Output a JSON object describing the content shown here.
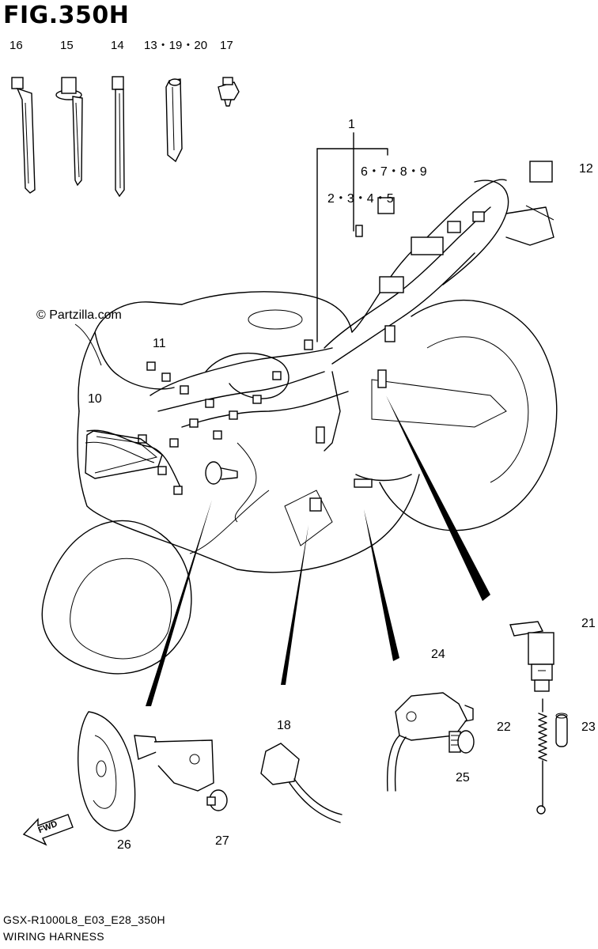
{
  "figure": {
    "title": "FIG.350H",
    "copyright": "© Partzilla.com",
    "footer_code": "GSX-R1000L8_E03_E28_350H",
    "footer_name": "WIRING HARNESS",
    "fwd_label": "FWD"
  },
  "callouts": [
    {
      "id": "c16",
      "label": "16"
    },
    {
      "id": "c15",
      "label": "15"
    },
    {
      "id": "c14",
      "label": "14"
    },
    {
      "id": "c13",
      "label": "13・19・20"
    },
    {
      "id": "c17",
      "label": "17"
    },
    {
      "id": "c1",
      "label": "1"
    },
    {
      "id": "c6",
      "label": "6・7・8・9"
    },
    {
      "id": "c2",
      "label": "2・3・4・5"
    },
    {
      "id": "c12",
      "label": "12"
    },
    {
      "id": "c11",
      "label": "11"
    },
    {
      "id": "c10",
      "label": "10"
    },
    {
      "id": "c21",
      "label": "21"
    },
    {
      "id": "c24",
      "label": "24"
    },
    {
      "id": "c18",
      "label": "18"
    },
    {
      "id": "c22",
      "label": "22"
    },
    {
      "id": "c23",
      "label": "23"
    },
    {
      "id": "c25",
      "label": "25"
    },
    {
      "id": "c26",
      "label": "26"
    },
    {
      "id": "c27",
      "label": "27"
    }
  ]
}
